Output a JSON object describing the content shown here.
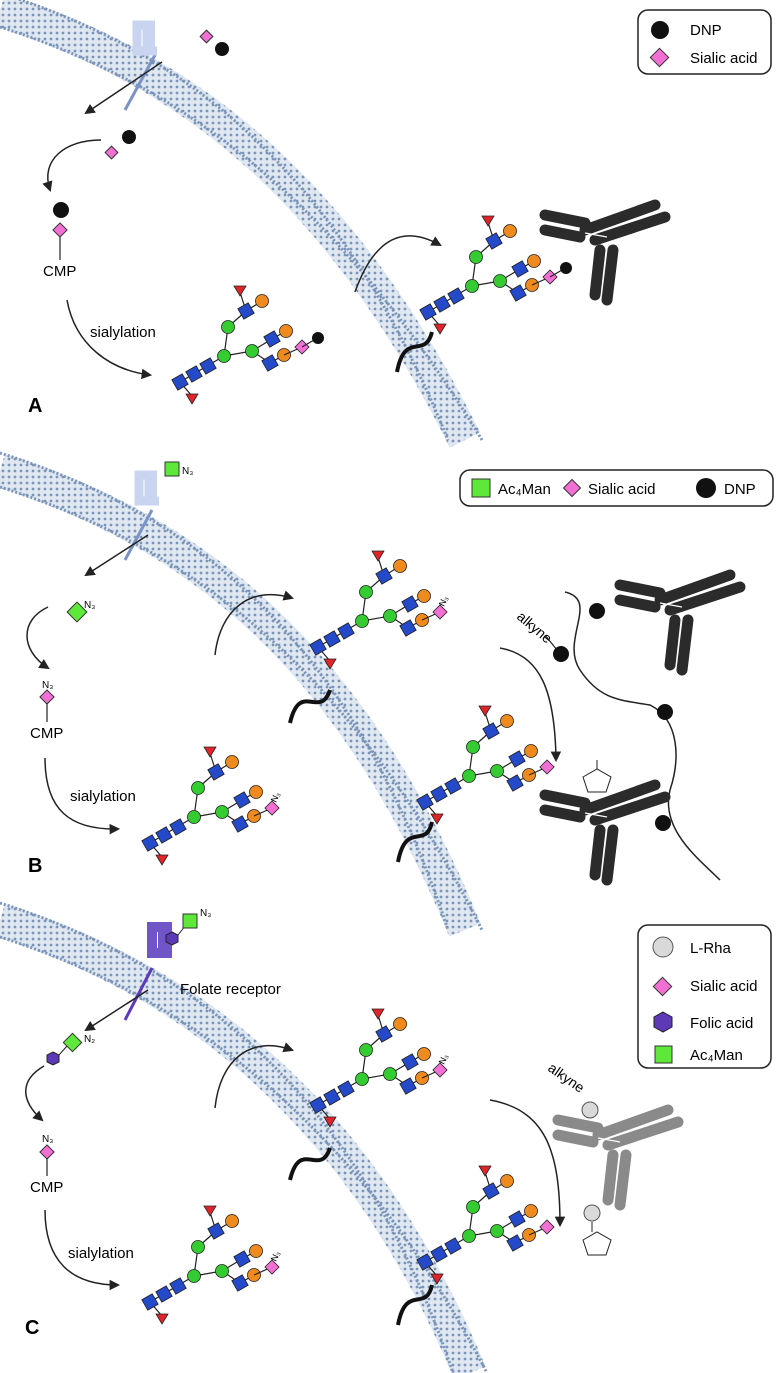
{
  "panels": [
    {
      "letter": "A",
      "legend": [
        {
          "symbol": "black-circle",
          "label": "DNP"
        },
        {
          "symbol": "pink-diamond",
          "label": "Sialic acid"
        }
      ],
      "cmp_label": "CMP",
      "sialylation_label": "sialylation"
    },
    {
      "letter": "B",
      "legend": [
        {
          "symbol": "green-square",
          "label": "Ac₄Man"
        },
        {
          "symbol": "pink-diamond",
          "label": "Sialic acid"
        },
        {
          "symbol": "black-circle",
          "label": "DNP"
        }
      ],
      "cmp_label": "CMP",
      "sialylation_label": "sialylation",
      "alkyne_label": "alkyne",
      "azide_label": "N₃"
    },
    {
      "letter": "C",
      "legend": [
        {
          "symbol": "gray-circle",
          "label": "L-Rha"
        },
        {
          "symbol": "pink-diamond",
          "label": "Sialic acid"
        },
        {
          "symbol": "purple-hexagon",
          "label": "Folic acid"
        },
        {
          "symbol": "green-square",
          "label": "Ac₄Man"
        }
      ],
      "receptor_label": "Folate receptor",
      "cmp_label": "CMP",
      "sialylation_label": "sialylation",
      "alkyne_label": "alkyne",
      "azide_label": "N₃",
      "azide_label_alt": "N₂"
    }
  ],
  "colors": {
    "membrane": "#8fa8c8",
    "membrane_dots": "#6c87ad",
    "glcnac": "#2449c9",
    "galactose": "#ef8a1f",
    "mannose": "#35cc32",
    "fucose": "#e0242a",
    "sialic_acid": "#f26fd3",
    "ac4man": "#5ee83a",
    "folic_acid": "#5d39b8",
    "dnp": "#111111",
    "l_rha": "#d9d9d9",
    "antibody": "#2b2b2b",
    "receptor": "#c8d4f0"
  }
}
